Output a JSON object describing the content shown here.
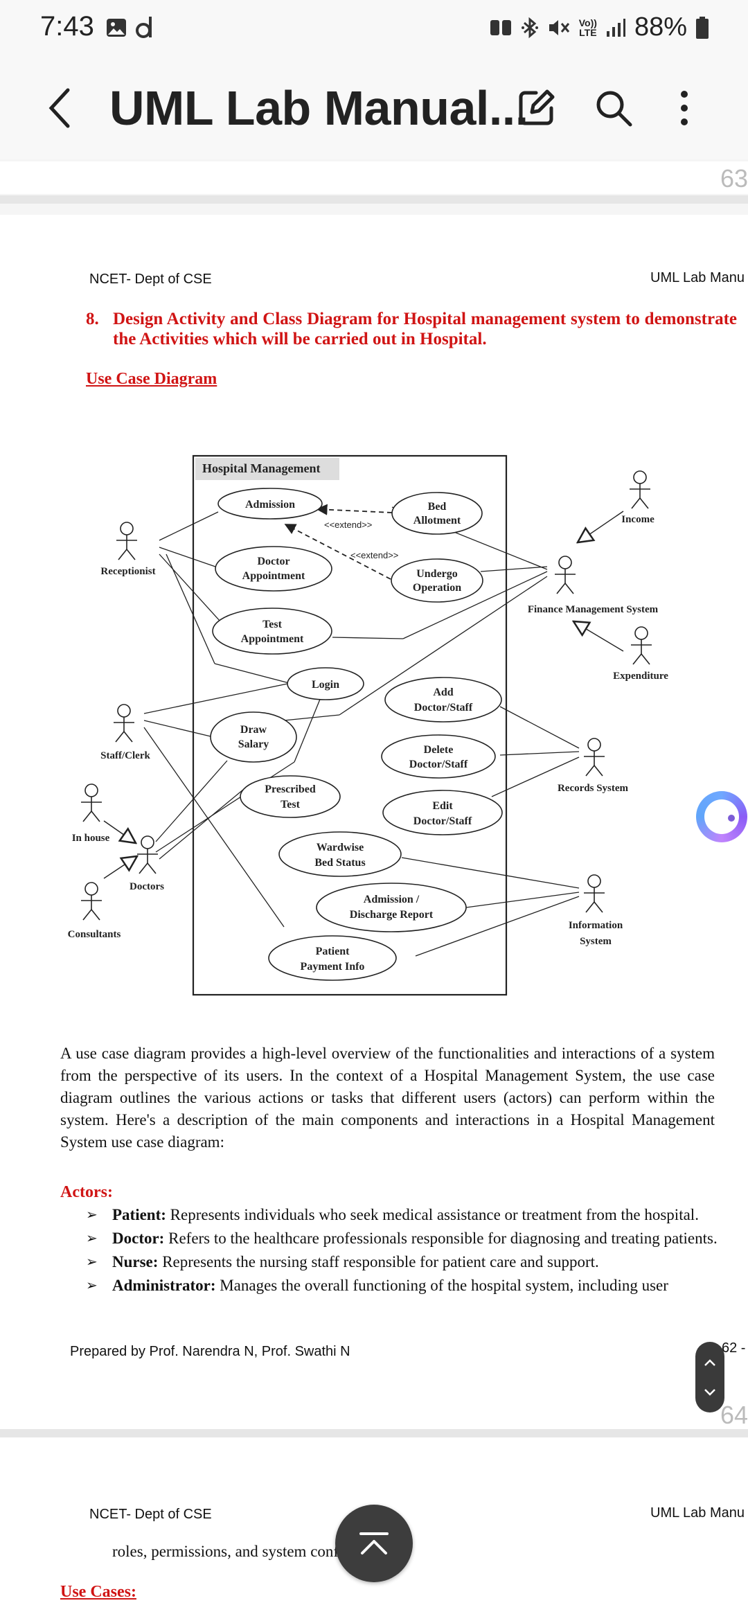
{
  "status_bar": {
    "time": "7:43",
    "volte_top": "Vo))",
    "volte_bottom": "LTE",
    "battery": "88%"
  },
  "app_bar": {
    "title": "UML Lab Manual..."
  },
  "pages": {
    "prev_page_num": "63",
    "next_page_num": "64"
  },
  "page": {
    "header_left": "NCET- Dept of CSE",
    "header_right": "UML Lab Manu",
    "heading_num": "8.",
    "heading_text": "Design Activity and Class Diagram for Hospital management system to demonstrate the Activities which will be carried out in Hospital.",
    "section_title": "Use Case Diagram",
    "diagram": {
      "system_name": "Hospital Management",
      "extend_label": "<<extend>>",
      "use_cases": {
        "admission": "Admission",
        "bed_allotment": [
          "Bed",
          "Allotment"
        ],
        "doctor_appointment": [
          "Doctor",
          "Appointment"
        ],
        "undergo_operation": [
          "Undergo",
          "Operation"
        ],
        "test_appointment": [
          "Test",
          "Appointment"
        ],
        "login": "Login",
        "add_staff": [
          "Add",
          "Doctor/Staff"
        ],
        "draw_salary": [
          "Draw",
          "Salary"
        ],
        "delete_staff": [
          "Delete",
          "Doctor/Staff"
        ],
        "prescribed_test": [
          "Prescribed",
          "Test"
        ],
        "edit_staff": [
          "Edit",
          "Doctor/Staff"
        ],
        "wardwise": [
          "Wardwise",
          "Bed Status"
        ],
        "admission_report": [
          "Admission /",
          "Discharge Report"
        ],
        "payment": [
          "Patient",
          "Payment Info"
        ]
      },
      "actors": {
        "receptionist": "Receptionist",
        "staff": "Staff/Clerk",
        "in_house": "In house",
        "doctors": "Doctors",
        "consultants": "Consultants",
        "income": "Income",
        "finance": "Finance Management System",
        "expenditure": "Expenditure",
        "records": "Records System",
        "information": [
          "Information",
          "System"
        ]
      }
    },
    "paragraph": "A use case diagram provides a high-level overview of the functionalities and interactions of a system from the perspective of its users. In the context of a Hospital Management System, the use case diagram outlines the various actions or tasks that different users (actors) can perform within the system. Here's a description of the main components and interactions in a Hospital Management System use case diagram:",
    "actors_title": "Actors:",
    "bullets": [
      {
        "term": "Patient:",
        "text": " Represents individuals who seek medical assistance or treatment from the hospital."
      },
      {
        "term": "Doctor:",
        "text": " Refers to the healthcare professionals responsible for diagnosing and treating patients."
      },
      {
        "term": "Nurse:",
        "text": " Represents the nursing staff responsible for patient care and support."
      },
      {
        "term": "Administrator:",
        "text": " Manages the overall functioning of the hospital system, including user"
      }
    ],
    "footer": "Prepared by Prof. Narendra N, Prof. Swathi N",
    "footer_page": "62 -"
  },
  "next_page": {
    "header_left": "NCET- Dept of CSE",
    "header_right": "UML Lab Manu",
    "line": "roles, permissions, and system configurations.",
    "line_visible_left": "roles, permissions, and system c",
    "line_visible_right": "ns.",
    "section_title": "Use Cases:"
  }
}
